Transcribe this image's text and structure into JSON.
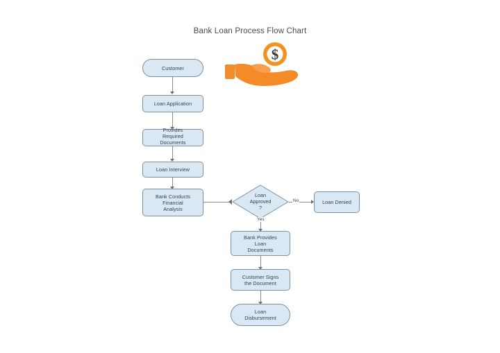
{
  "title": "Bank Loan Process Flow Chart",
  "colors": {
    "node_fill": "#dae8f4",
    "node_border": "#7d8fa0",
    "node_text": "#2e3f50",
    "connector": "#8a8a8a",
    "title_text": "#4a4a4a",
    "icon_orange": "#f28b28",
    "icon_coin_ring": "#f0941f",
    "icon_coin_face": "#ffffff",
    "icon_dollar": "#3a3a3a",
    "background": "#ffffff"
  },
  "icon": {
    "name": "hand-holding-coin-icon",
    "currency_symbol": "$"
  },
  "nodes": [
    {
      "id": "customer",
      "label": "Customer",
      "shape": "stadium"
    },
    {
      "id": "loan-application",
      "label": "Loan Application",
      "shape": "rect"
    },
    {
      "id": "provides-docs",
      "label": "Provides\nRequired\nDocuments",
      "shape": "rect"
    },
    {
      "id": "loan-interview",
      "label": "Loan Interview",
      "shape": "rect"
    },
    {
      "id": "financial-analysis",
      "label": "Bank Conducts\nFinancial\nAnalysis",
      "shape": "rect"
    },
    {
      "id": "loan-approved",
      "label": "Loan\nApproved\n?",
      "shape": "diamond"
    },
    {
      "id": "loan-denied",
      "label": "Loan Denied",
      "shape": "rect"
    },
    {
      "id": "bank-provides-docs",
      "label": "Bank Provides\nLoan\nDocuments",
      "shape": "rect"
    },
    {
      "id": "customer-signs",
      "label": "Customer Signs\nthe Document",
      "shape": "rect"
    },
    {
      "id": "loan-disbursement",
      "label": "Loan\nDisbursement",
      "shape": "stadium"
    }
  ],
  "edge_labels": {
    "no": "No",
    "yes": "Yes"
  }
}
